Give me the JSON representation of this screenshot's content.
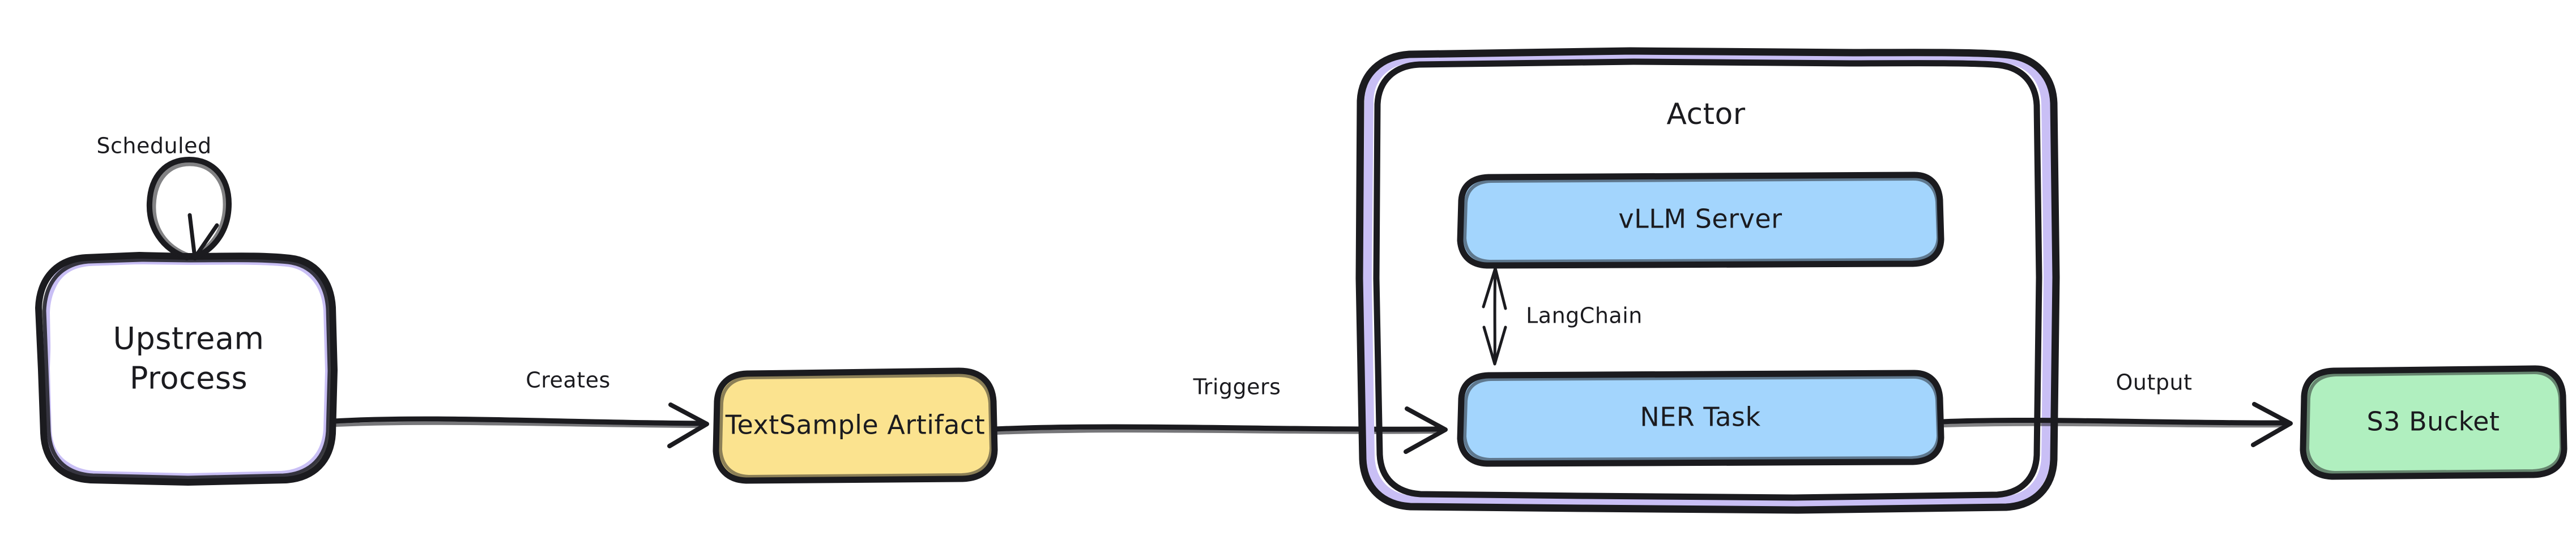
{
  "diagram": {
    "title": "NER pipeline flow diagram",
    "background": "#ffffff",
    "colors": {
      "stroke": "#1b1b1f",
      "purple_accent": "#c9bff5",
      "yellow_fill": "#fbe38f",
      "blue_fill": "#a3d5fd",
      "green_fill": "#b0efbf",
      "white_fill": "#ffffff"
    }
  },
  "nodes": {
    "upstream_process": {
      "label_line1": "Upstream",
      "label_line2": "Process",
      "shape": "rounded-rect-double-border",
      "fill": "#ffffff",
      "accent": "#c9bff5"
    },
    "text_sample_artifact": {
      "label": "TextSample Artifact",
      "shape": "rounded-rect",
      "fill": "#fbe38f"
    },
    "vllm_server": {
      "label": "vLLM Server",
      "shape": "rounded-rect",
      "fill": "#a3d5fd"
    },
    "ner_task": {
      "label": "NER Task",
      "shape": "rounded-rect",
      "fill": "#a3d5fd"
    },
    "s3_bucket": {
      "label": "S3 Bucket",
      "shape": "rounded-rect",
      "fill": "#b0efbf"
    }
  },
  "groups": {
    "actor": {
      "title": "Actor",
      "shape": "rounded-rect-double-border",
      "fill": "#ffffff",
      "accent": "#c9bff5",
      "members": [
        "vLLM Server",
        "NER Task"
      ]
    }
  },
  "edges": [
    {
      "id": "scheduled-loop",
      "label": "Scheduled",
      "from": "Upstream Process",
      "to": "Upstream Process",
      "type": "self-loop",
      "arrow": "single"
    },
    {
      "id": "creates",
      "label": "Creates",
      "from": "Upstream Process",
      "to": "TextSample Artifact",
      "type": "straight",
      "arrow": "single"
    },
    {
      "id": "triggers",
      "label": "Triggers",
      "from": "TextSample Artifact",
      "to": "NER Task",
      "type": "straight",
      "arrow": "single"
    },
    {
      "id": "langchain",
      "label": "LangChain",
      "from": "vLLM Server",
      "to": "NER Task",
      "type": "vertical",
      "arrow": "double"
    },
    {
      "id": "output",
      "label": "Output",
      "from": "NER Task",
      "to": "S3 Bucket",
      "type": "straight",
      "arrow": "single"
    }
  ]
}
